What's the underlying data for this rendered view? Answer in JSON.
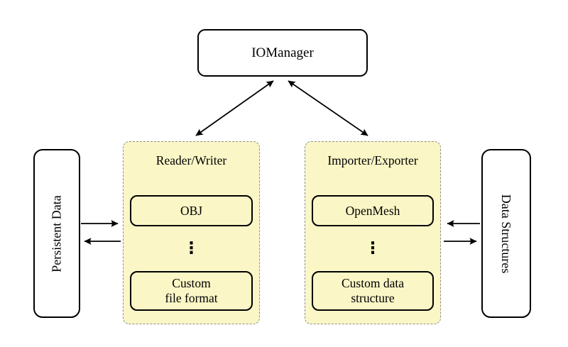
{
  "colors": {
    "background": "#ffffff",
    "group_fill": "#faf6c6",
    "group_border": "#8f8f8f",
    "node_fill": "#ffffff",
    "line": "#000000"
  },
  "nodes": {
    "io_manager": {
      "label": "IOManager"
    },
    "persistent_data": {
      "label": "Persistent Data"
    },
    "data_structures": {
      "label": "Data Structures"
    }
  },
  "groups": {
    "reader_writer": {
      "title": "Reader/Writer",
      "top_item": "OBJ",
      "ellipsis": "⋮",
      "bottom_item_line1": "Custom",
      "bottom_item_line2": "file format"
    },
    "importer_exporter": {
      "title": "Importer/Exporter",
      "top_item": "OpenMesh",
      "ellipsis": "⋮",
      "bottom_item_line1": "Custom data",
      "bottom_item_line2": "structure"
    }
  }
}
